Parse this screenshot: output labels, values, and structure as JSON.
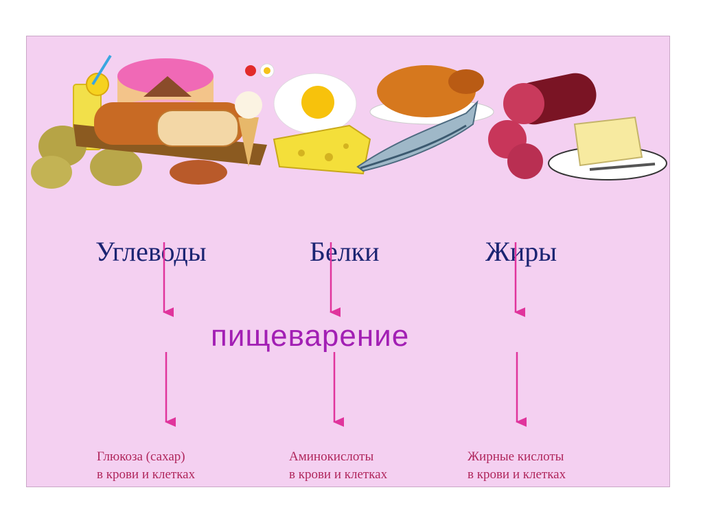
{
  "categories": [
    {
      "id": "carbs",
      "label": "Углеводы",
      "result_line1": "Глюкоза (сахар)",
      "result_line2": "в крови и клетках"
    },
    {
      "id": "proteins",
      "label": "Белки",
      "result_line1": "Аминокислоты",
      "result_line2": "в крови и клетках"
    },
    {
      "id": "fats",
      "label": "Жиры",
      "result_line1": "Жирные кислоты",
      "result_line2": "в крови и клетках"
    }
  ],
  "process_label": "пищеварение",
  "colors": {
    "background": "#f4d0f1",
    "category_text": "#1b2472",
    "process_text": "#a21fb4",
    "result_text": "#b0265c",
    "arrow": "#e0349c"
  },
  "illustration_icons": [
    "juice-icon",
    "cake-icon",
    "bread-icon",
    "potato-icon",
    "ice-cream-icon",
    "fried-egg-icon",
    "cheese-icon",
    "roast-chicken-icon",
    "fish-icon",
    "sausage-icon",
    "butter-icon"
  ]
}
